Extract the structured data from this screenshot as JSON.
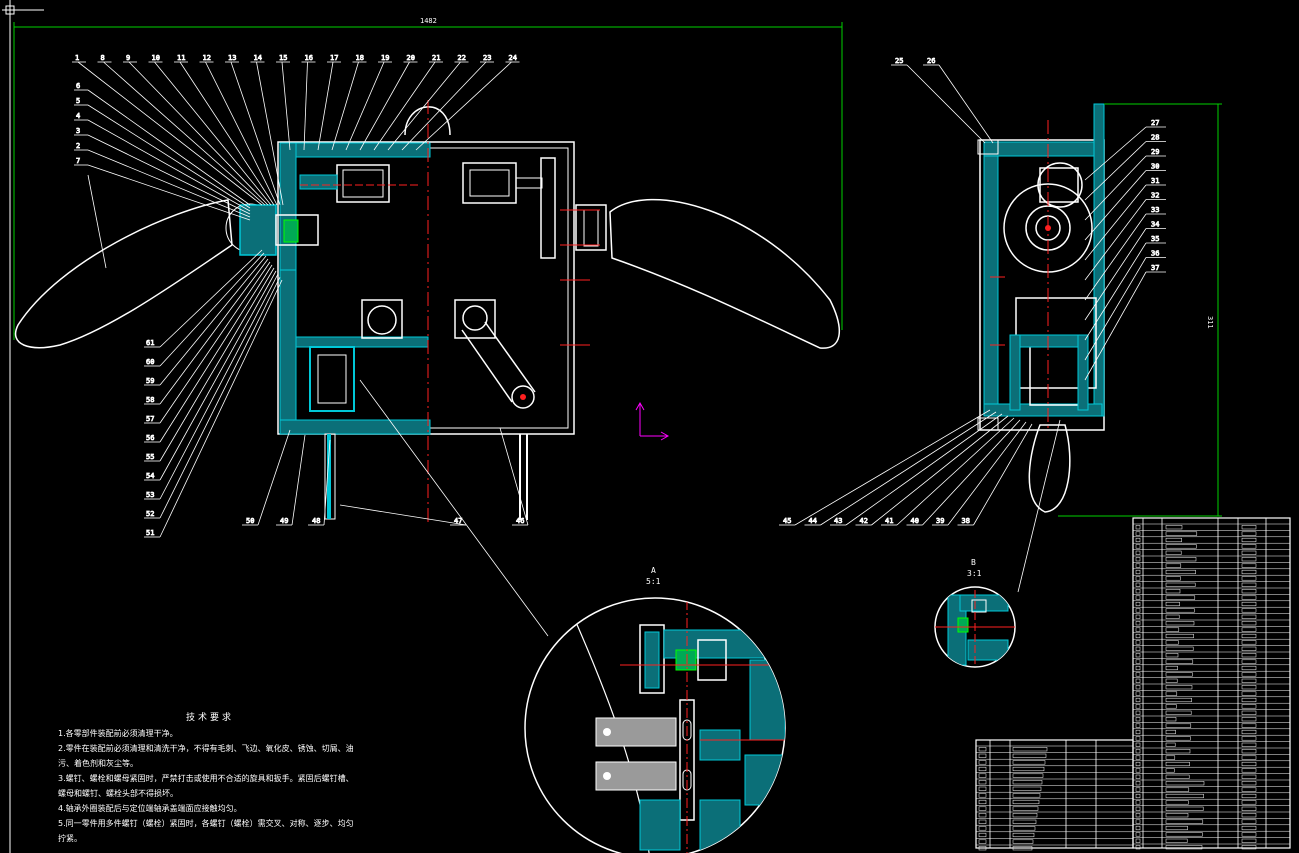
{
  "drawing": {
    "overall_width_dim": "1482",
    "overall_height_dim": "311",
    "detail_a": {
      "name": "A",
      "scale": "5:1"
    },
    "detail_b": {
      "name": "B",
      "scale": "3:1"
    }
  },
  "technical_requirements": {
    "title": "技术要求",
    "items": [
      "1.各零部件装配前必须清理干净。",
      "2.零件在装配前必须清理和清洗干净，不得有毛刺、飞边、氧化皮、锈蚀、切屑、油",
      "污、着色剂和灰尘等。",
      "3.螺钉、螺栓和螺母紧固时，严禁打击或使用不合适的旋具和扳手。紧固后螺钉槽、",
      "螺母和螺钉、螺栓头部不得损坏。",
      "4.轴承外圈装配后与定位端轴承盖端面应接触均匀。",
      "5.同一零件用多件螺钉（螺栓）紧固时，各螺钉（螺栓）需交叉、对称、逐步、均匀",
      "拧紧。"
    ]
  },
  "front_view": {
    "top_labels": [
      "1",
      "8",
      "9",
      "10",
      "11",
      "12",
      "13",
      "14",
      "15",
      "16",
      "17",
      "18",
      "19",
      "20",
      "21",
      "22",
      "23",
      "24"
    ],
    "left_labels": [
      "6",
      "5",
      "4",
      "3",
      "2",
      "7"
    ],
    "lower_left_labels": [
      "61",
      "60",
      "59",
      "58",
      "57",
      "56",
      "55",
      "54",
      "53",
      "52",
      "51"
    ],
    "bottom_labels": [
      "50",
      "49",
      "48",
      "47",
      "46"
    ]
  },
  "side_view": {
    "top_labels": [
      "25",
      "26"
    ],
    "right_labels": [
      "27",
      "28",
      "29",
      "30",
      "31",
      "32",
      "33",
      "34",
      "35",
      "36",
      "37"
    ],
    "bottom_labels": [
      "45",
      "44",
      "43",
      "42",
      "41",
      "40",
      "39",
      "38"
    ]
  },
  "colors": {
    "background": "#000000",
    "outline": "#ffffff",
    "section_fill": "#00c8d8",
    "centerline": "#ff2020",
    "dimension": "#00ff00",
    "ucs": "#ff00ff"
  }
}
